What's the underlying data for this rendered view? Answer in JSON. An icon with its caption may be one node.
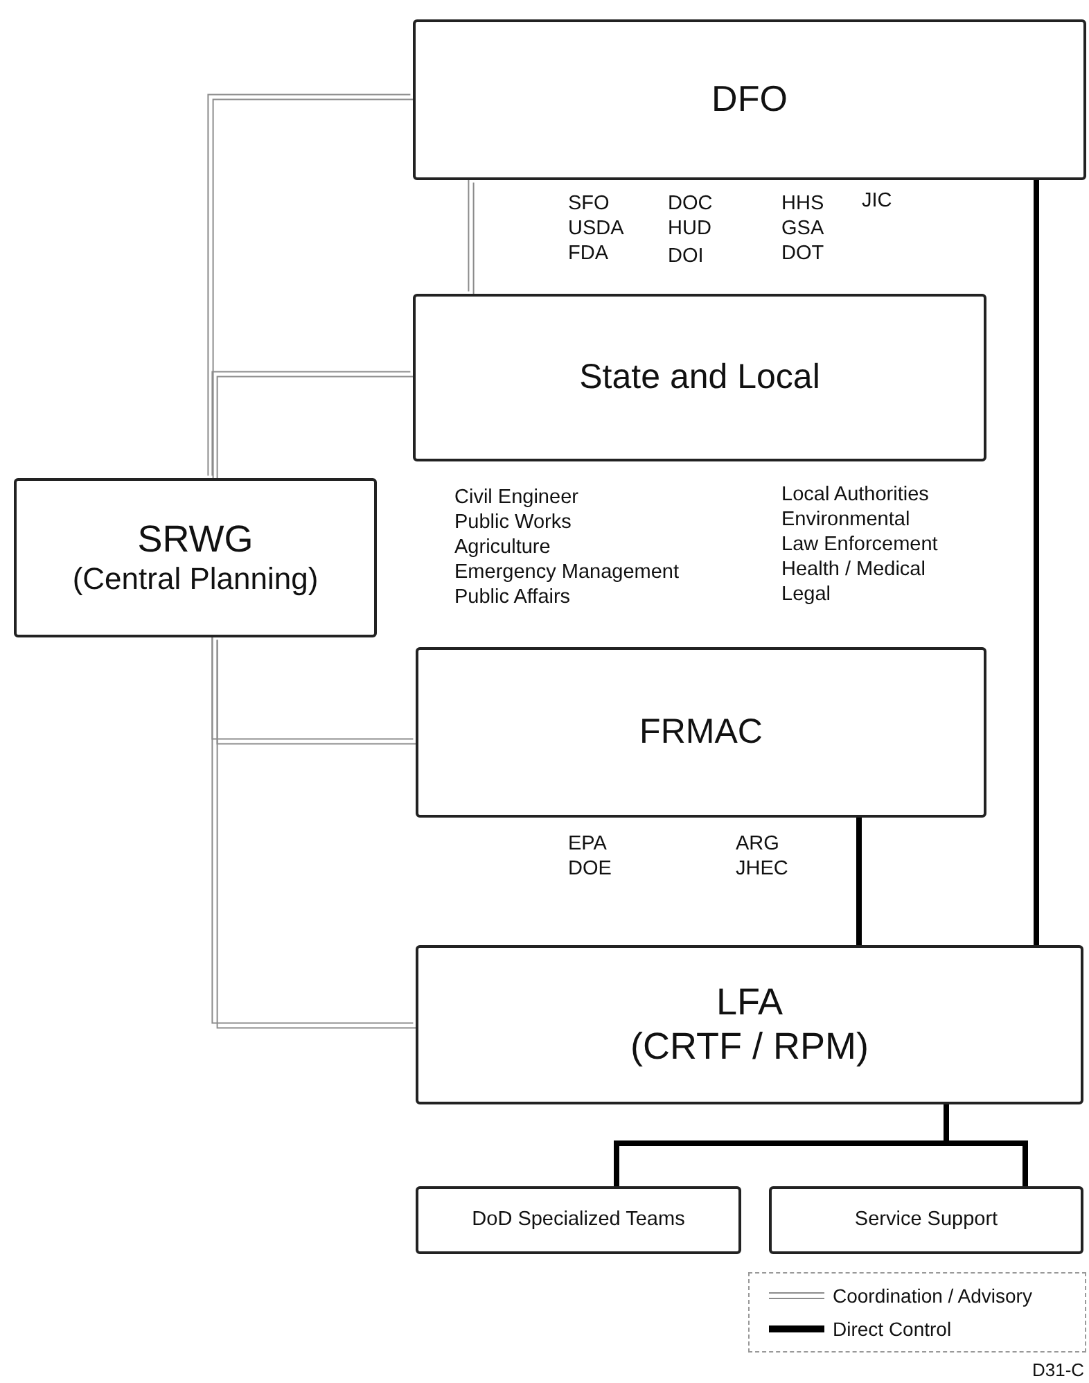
{
  "diagram": {
    "nodes": [
      {
        "text": [
          "DFO"
        ]
      },
      {
        "text": [
          "State and Local"
        ]
      },
      {
        "text": [
          "SRWG",
          "(Central Planning)"
        ]
      },
      {
        "text": [
          "FRMAC"
        ]
      },
      {
        "text": [
          "LFA",
          "(CRTF / RPM)"
        ]
      },
      {
        "text": [
          "DoD Specialized Teams"
        ]
      },
      {
        "text": [
          "Service Support"
        ]
      }
    ],
    "edges": [
      {
        "from": 2,
        "to": 0,
        "arrow": "none"
      },
      {
        "from": 2,
        "to": 1,
        "arrow": "none"
      },
      {
        "from": 2,
        "to": 3,
        "arrow": "none"
      },
      {
        "from": 2,
        "to": 4,
        "arrow": "none"
      },
      {
        "from": 0,
        "to": 1,
        "arrow": "none"
      },
      {
        "from": 0,
        "to": 4,
        "arrow": "none",
        "style": "thick",
        "color": "#000000"
      },
      {
        "from": 3,
        "to": 4,
        "arrow": "none",
        "style": "thick",
        "color": "#000000"
      },
      {
        "from": 4,
        "to": 5,
        "arrow": "none",
        "style": "thick",
        "color": "#000000"
      },
      {
        "from": 4,
        "to": 6,
        "arrow": "none",
        "style": "thick",
        "color": "#000000"
      }
    ],
    "labels": [
      "SFO",
      "DOC",
      "HHS",
      "JIC",
      "USDA",
      "HUD",
      "GSA",
      "FDA",
      "DOI",
      "DOT",
      "Civil Engineer",
      "Local Authorities",
      "Public Works",
      "Environmental",
      "Agriculture",
      "Law Enforcement",
      "Emergency Management",
      "Health / Medical",
      "Public Affairs",
      "Legal",
      "EPA",
      "ARG",
      "DOE",
      "JHEC",
      "D31-C"
    ],
    "legend": [
      {
        "text": "Coordination / Advisory"
      },
      {
        "text": "Direct Control"
      }
    ]
  }
}
